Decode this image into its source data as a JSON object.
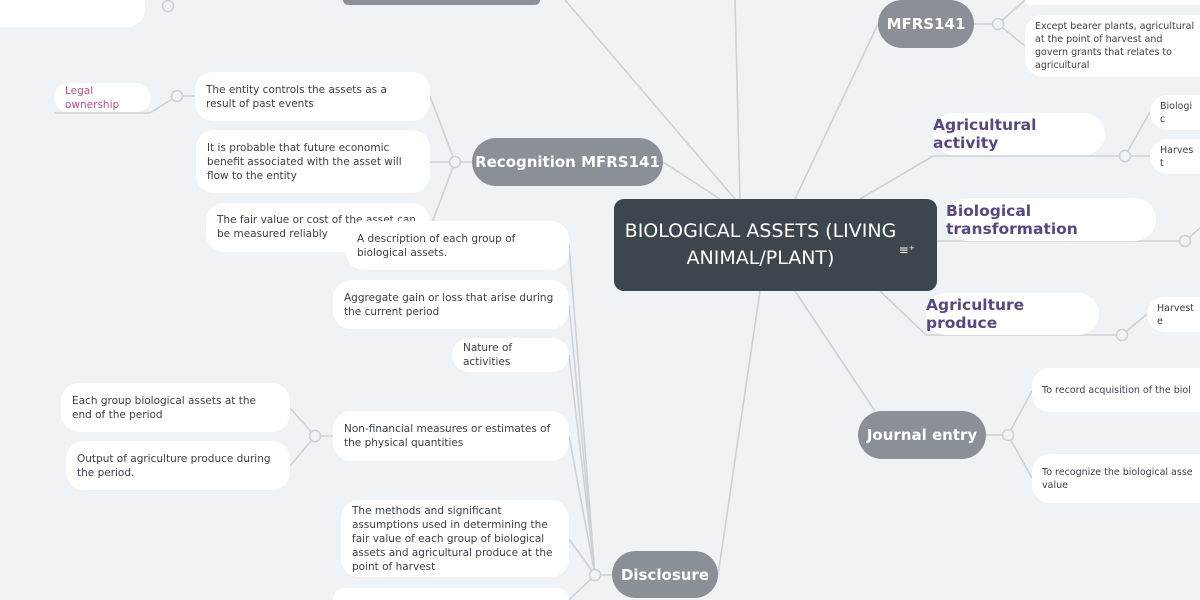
{
  "central": {
    "title": "BIOLOGICAL ASSETS (LIVING ANIMAL/PLANT)",
    "icon": "notes-icon"
  },
  "branches": {
    "recognition": {
      "label": "Recognition MFRS141",
      "children": [
        "The entity controls the assets as a result of past events",
        "It is probable that future economic benefit associated with the asset will flow to the entity",
        "The fair value or cost of the asset can be measured reliably"
      ],
      "note": "Legal ownership"
    },
    "disclosure": {
      "label": "Disclosure",
      "children": [
        "A description of each group of biological assets.",
        "Aggregate gain or loss that arise during the current period",
        "Nature of activities",
        "Non-financial measures or estimates of the physical quantities",
        "The methods and significant assumptions used in determining the fair value of each group of biological assets and agricultural produce at the point of harvest"
      ],
      "nonfin_children": [
        "Each group biological assets at the end of the period",
        "Output of agriculture produce during the period."
      ]
    },
    "mfrs141": {
      "label": "MFRS141",
      "children": [
        "Except bearer plants, agricultural at the point of harvest and govern grants that relates to agricultural"
      ]
    },
    "agricultural_activity": {
      "label": "Agricultural activity",
      "children": [
        "Biologic",
        "Harvest"
      ]
    },
    "biological_transformation": {
      "label": "Biological transformation"
    },
    "agriculture_produce": {
      "label": "Agriculture produce",
      "children": [
        "Harveste"
      ]
    },
    "journal_entry": {
      "label": "Journal entry",
      "children": [
        "To record acquisition of the biol",
        "To recognize the biological asse value"
      ]
    }
  },
  "colors": {
    "background": "#eff3f6",
    "central": "#3d464d",
    "branch": "#8a9095",
    "subtopic_text": "#574784",
    "note_text": "#b4527e"
  }
}
